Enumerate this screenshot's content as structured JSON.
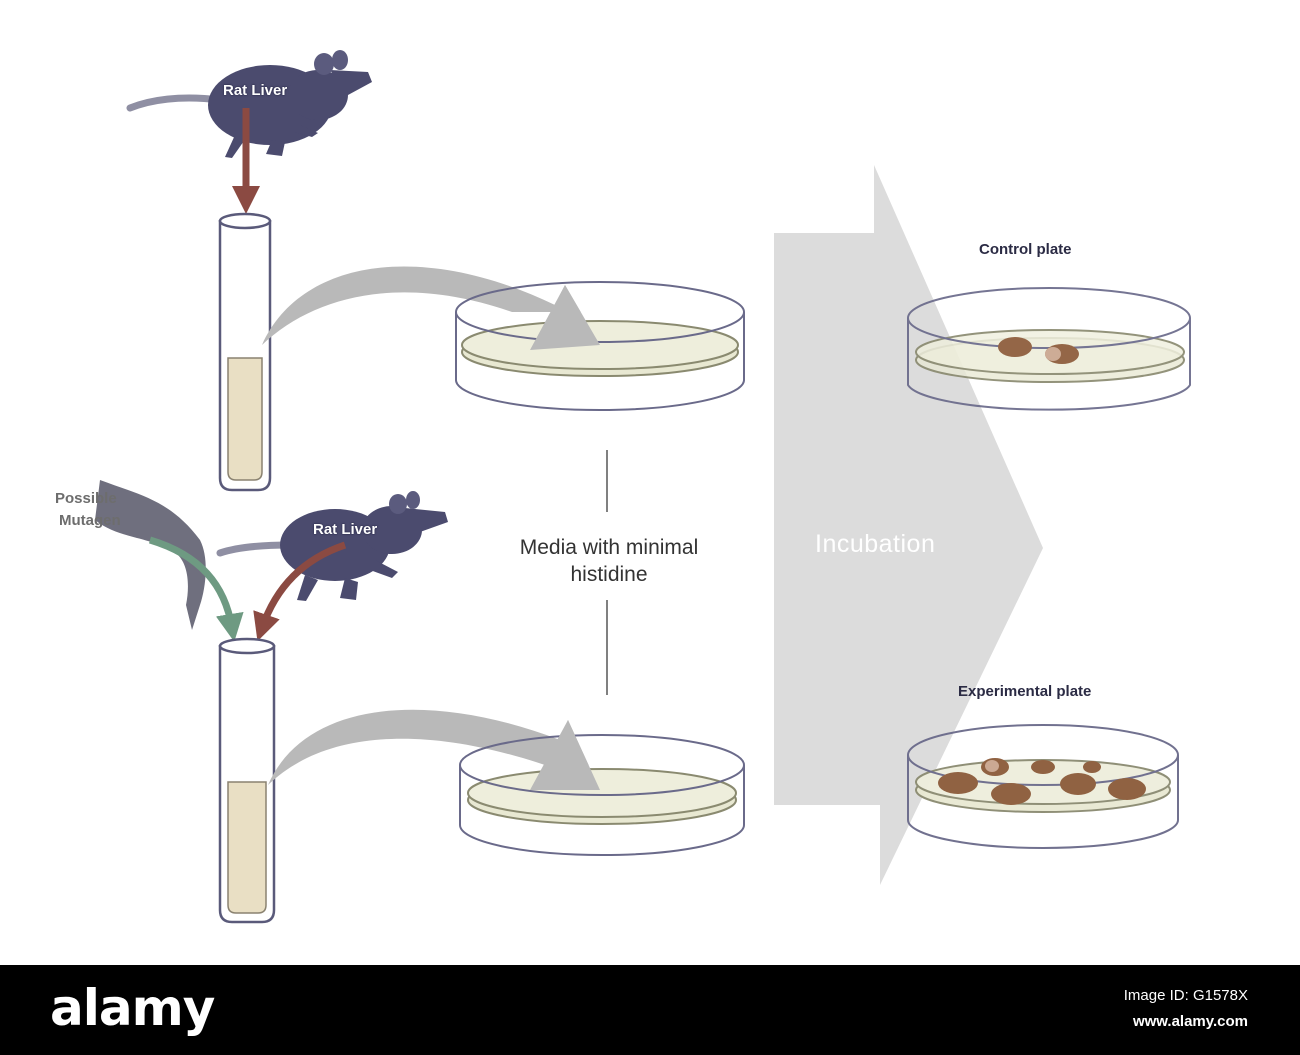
{
  "labels": {
    "rat_liver_top": "Rat Liver",
    "rat_liver_bottom": "Rat Liver",
    "possible": "Possible",
    "mutagen": "Mutagen",
    "media_line1": "Media with minimal",
    "media_line2": "histidine",
    "incubation": "Incubation",
    "control_plate": "Control plate",
    "experimental_plate": "Experimental plate"
  },
  "footer": {
    "brand": "alamy",
    "image_id": "Image ID: G1578X",
    "site": "www.alamy.com"
  },
  "colors": {
    "liver_arrow": "#8b4a42",
    "mutagen_arrow": "#6e9a82",
    "transfer_arrow": "#b8b8b8",
    "incubation_arrow": "#d9d9d9",
    "medium": "#e8e8d2",
    "colony": "#8b5a38"
  }
}
